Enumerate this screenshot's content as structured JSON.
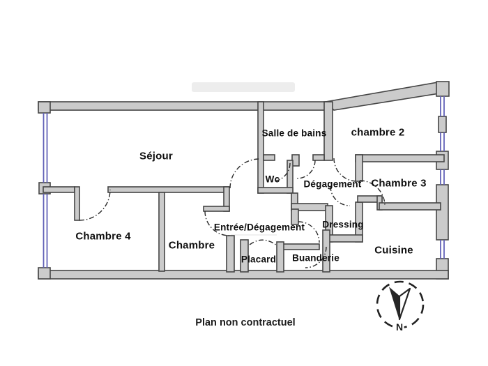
{
  "plan": {
    "footer": "Plan non contractuel",
    "compass": {
      "label": "N"
    },
    "colors": {
      "wall_fill": "#cbcbcb",
      "wall_stroke": "#454545",
      "window_blue": "#6262b8",
      "door_arc": "#2a2a2a",
      "label_text": "#0e0e0e"
    },
    "rooms": [
      {
        "id": "sejour",
        "label": "Séjour"
      },
      {
        "id": "salle-de-bains",
        "label": "Salle de bains"
      },
      {
        "id": "chambre-2",
        "label": "chambre 2"
      },
      {
        "id": "wc",
        "label": "Wc"
      },
      {
        "id": "degagement",
        "label": "Dégagement"
      },
      {
        "id": "chambre-3",
        "label": "Chambre 3"
      },
      {
        "id": "chambre-4",
        "label": "Chambre 4"
      },
      {
        "id": "chambre",
        "label": "Chambre"
      },
      {
        "id": "entree-degagement",
        "label": "Entrée/Dégagement"
      },
      {
        "id": "dressing",
        "label": "Dressing"
      },
      {
        "id": "placard",
        "label": "Placard"
      },
      {
        "id": "buanderie",
        "label": "Buanderie"
      },
      {
        "id": "cuisine",
        "label": "Cuisine"
      }
    ]
  }
}
